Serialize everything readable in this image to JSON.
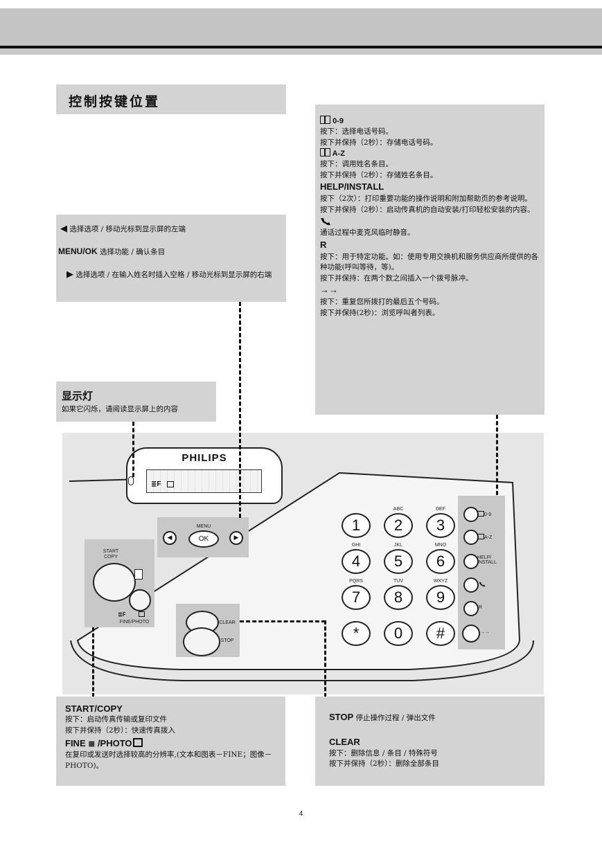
{
  "heading": "控制按键位置",
  "menu_box": {
    "left_arrow": "◀",
    "left_text": "选择选项 / 移动光标到显示屏的左端",
    "menu_label": "MENU/OK",
    "menu_text": "选择功能 / 确认条目",
    "right_arrow": "▶",
    "right_text": "选择选项 / 在输入姓名时插入空格 / 移动光标到显示屏的右端"
  },
  "right_box": {
    "book09_label": "0-9",
    "book09_l1": "按下：选择电话号码。",
    "book09_l2": "按下并保持（2秒）：存储电话号码。",
    "bookaz_label": "A-Z",
    "bookaz_l1": "按下：调用姓名条目。",
    "bookaz_l2": "按下并保持（2秒）：存储姓名条目。",
    "help_label": "HELP/INSTALL",
    "help_l1": "按下（2次）：打印重要功能的操作说明和附加帮助页的参考说明。",
    "help_l2": "按下并保持（2秒）：启动传真机的自动安装/打印轻松安装的内容。",
    "mute_l1": "通话过程中麦克风临时静音。",
    "r_label": "R",
    "r_l1": "按下：用于特定功能。如：使用专用交换机和服务供应商所提供的各种功能(呼叫等待，等)。",
    "r_l2": "按下并保持：在两个数之间插入一个拨号脉冲。",
    "redial_label": "→→",
    "redial_l1": "按下：重复您所拨打的最后五个号码。",
    "redial_l2": "按下并保持(2秒)：浏览呼叫者列表。"
  },
  "display_light": {
    "title": "显示灯",
    "text": "如果它闪烁，请阅读显示屏上的内容"
  },
  "device": {
    "brand": "PHILIPS",
    "menu_small": "MENU",
    "ok": "OK",
    "start_copy": "START COPY",
    "fine_photo": "FINE/PHOTO",
    "clear": "CLEAR",
    "stop": "STOP",
    "keys": [
      {
        "digit": "1",
        "letters": ""
      },
      {
        "digit": "2",
        "letters": "ABC"
      },
      {
        "digit": "3",
        "letters": "DEF"
      },
      {
        "digit": "4",
        "letters": "GHI"
      },
      {
        "digit": "5",
        "letters": "JKL"
      },
      {
        "digit": "6",
        "letters": "MNO"
      },
      {
        "digit": "7",
        "letters": "PQRS"
      },
      {
        "digit": "8",
        "letters": "TUV"
      },
      {
        "digit": "9",
        "letters": "WXYZ"
      },
      {
        "digit": "*",
        "letters": ""
      },
      {
        "digit": "0",
        "letters": ""
      },
      {
        "digit": "#",
        "letters": ""
      }
    ],
    "side_09": "0-9",
    "side_az": "A-Z",
    "side_help": "HELP/ INSTALL",
    "side_r": "R",
    "side_redial": "→→"
  },
  "start_box": {
    "label": "START/COPY",
    "l1": "按下：启动传真传输或复印文件",
    "l2": "按下并保持（2秒）：快速传真拨入",
    "fine_label": "FINE",
    "photo_label": "/PHOTO",
    "fine_text": "在复印或发送时选择较高的分辨率,(文本和图表－FINE；图像－PHOTO)。"
  },
  "stop_box": {
    "stop_label": "STOP",
    "stop_text": "停止操作过程 / 弹出文件",
    "clear_label": "CLEAR",
    "clear_l1": "按下：删除信息 / 条目 / 特殊符号",
    "clear_l2": "按下并保持（2秒）：删除全部条目"
  },
  "page_number": "4"
}
